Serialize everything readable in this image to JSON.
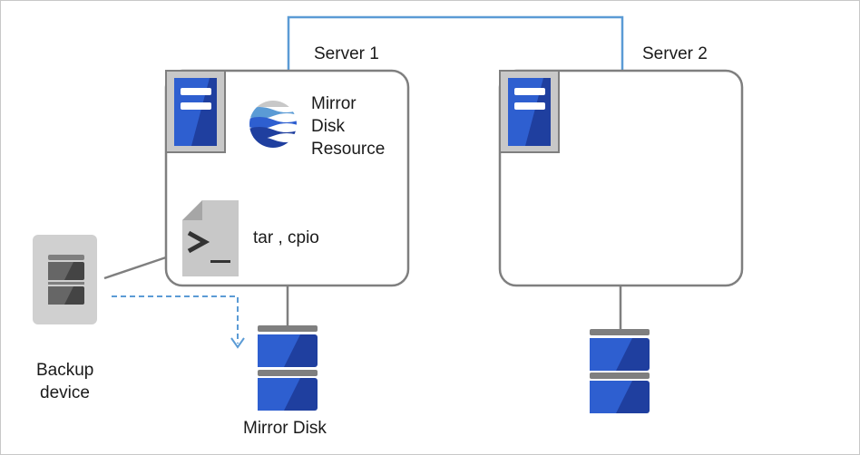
{
  "servers": [
    {
      "label": "Server 1"
    },
    {
      "label": "Server 2"
    }
  ],
  "resource": {
    "line1": "Mirror",
    "line2": "Disk",
    "line3": "Resource"
  },
  "command": {
    "label": "tar , cpio"
  },
  "backup": {
    "line1": "Backup",
    "line2": "device"
  },
  "mirror_disk": {
    "label": "Mirror Disk"
  },
  "colors": {
    "network_line": "#5b9bd5",
    "server_border": "#7f7f7f",
    "server_icon_dark": "#1f3f9f",
    "server_icon_light": "#2e5fd0",
    "backup_gray": "#d0d0d0",
    "dashed_arrow": "#5b9bd5"
  },
  "icons": {
    "server": "server-icon",
    "mirror_disk_resource": "mirror-disk-resource-icon",
    "script": "script-file-icon",
    "disk": "disk-icon",
    "backup": "backup-device-icon"
  }
}
